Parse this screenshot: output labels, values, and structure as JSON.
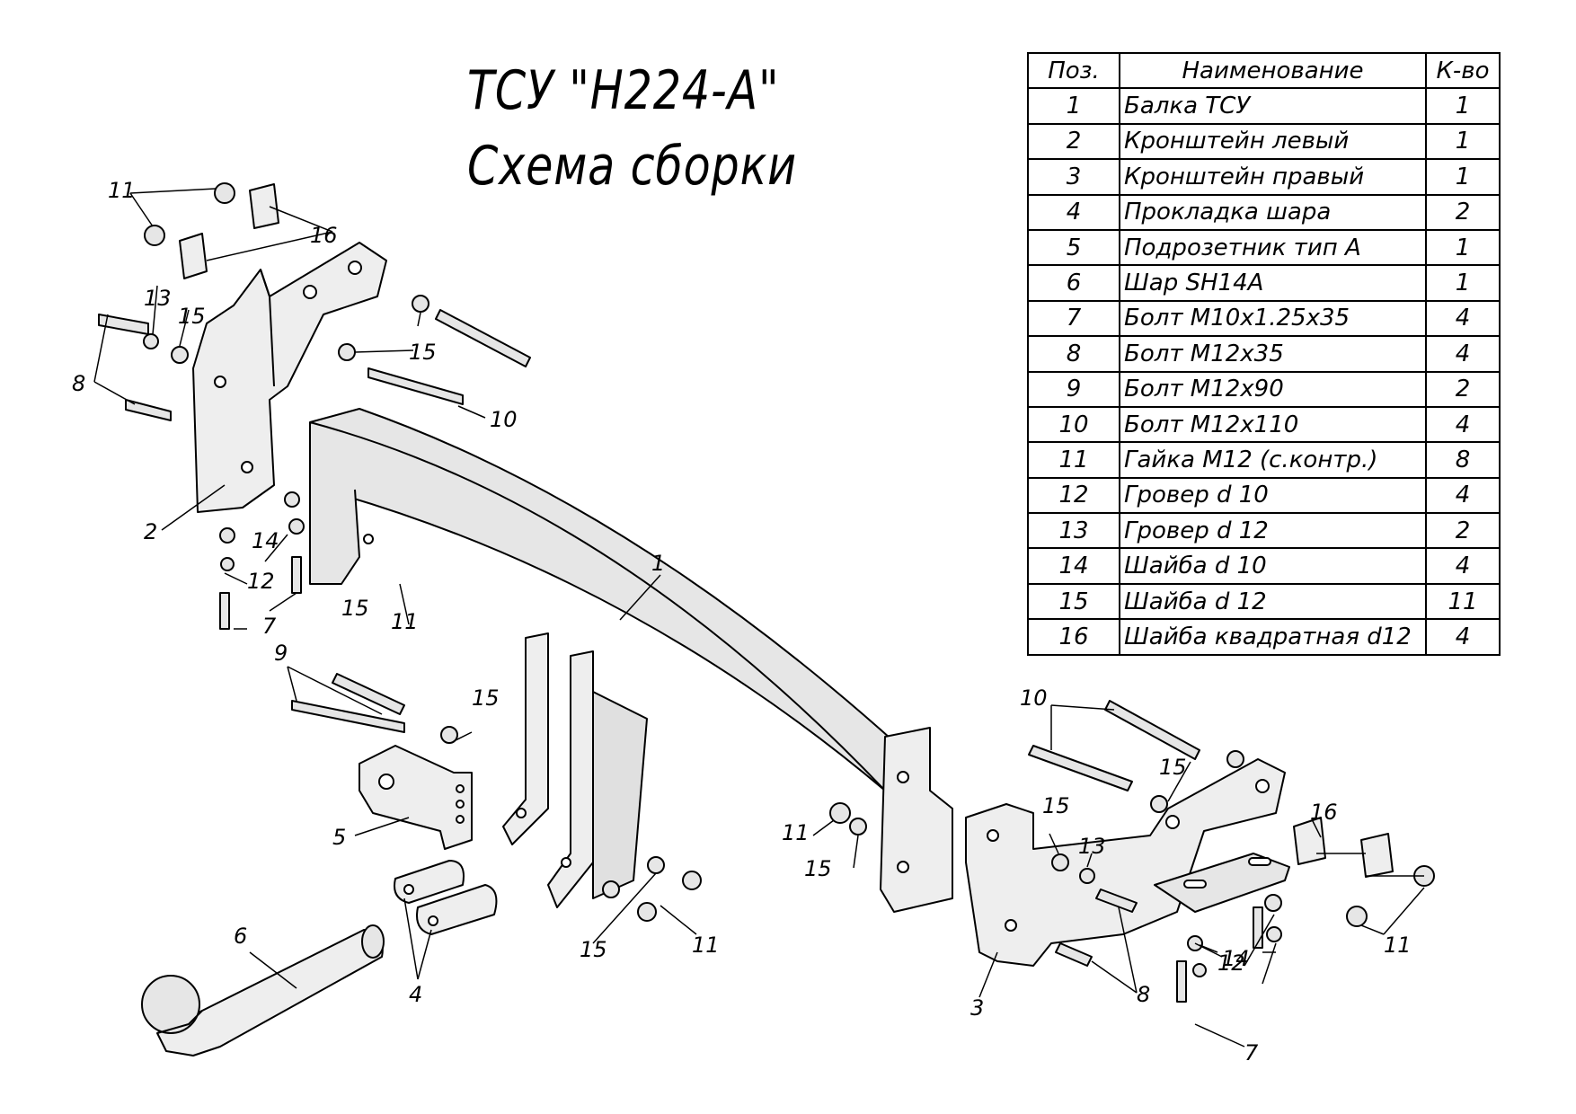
{
  "header": {
    "title_line1": "ТСУ \"Н224-А\"",
    "title_line2": "Схема сборки"
  },
  "spec_table": {
    "columns": [
      "Поз.",
      "Наименование",
      "К-во"
    ],
    "rows": [
      {
        "pos": "1",
        "name": "Балка ТСУ",
        "qty": "1"
      },
      {
        "pos": "2",
        "name": "Кронштейн левый",
        "qty": "1"
      },
      {
        "pos": "3",
        "name": "Кронштейн правый",
        "qty": "1"
      },
      {
        "pos": "4",
        "name": "Прокладка шара",
        "qty": "2"
      },
      {
        "pos": "5",
        "name": "Подрозетник тип А",
        "qty": "1"
      },
      {
        "pos": "6",
        "name": "Шар SH14A",
        "qty": "1"
      },
      {
        "pos": "7",
        "name": "Болт М10х1.25х35",
        "qty": "4"
      },
      {
        "pos": "8",
        "name": "Болт М12х35",
        "qty": "4"
      },
      {
        "pos": "9",
        "name": "Болт М12х90",
        "qty": "2"
      },
      {
        "pos": "10",
        "name": "Болт М12х110",
        "qty": "4"
      },
      {
        "pos": "11",
        "name": "Гайка М12 (с.контр.)",
        "qty": "8"
      },
      {
        "pos": "12",
        "name": "Гровер d 10",
        "qty": "4"
      },
      {
        "pos": "13",
        "name": "Гровер d 12",
        "qty": "2"
      },
      {
        "pos": "14",
        "name": "Шайба d 10",
        "qty": "4"
      },
      {
        "pos": "15",
        "name": "Шайба d 12",
        "qty": "11"
      },
      {
        "pos": "16",
        "name": "Шайба квадратная d12",
        "qty": "4"
      }
    ]
  },
  "callouts": {
    "c1": "1",
    "c2": "2",
    "c3": "3",
    "c4": "4",
    "c5": "5",
    "c6": "6",
    "c7a": "7",
    "c7b": "7",
    "c8a": "8",
    "c8b": "8",
    "c9": "9",
    "c10a": "10",
    "c10b": "10",
    "c11a": "11",
    "c11b": "11",
    "c11c": "11",
    "c11d": "11",
    "c11e": "11",
    "c12a": "12",
    "c12b": "12",
    "c13a": "13",
    "c13b": "13",
    "c14a": "14",
    "c14b": "14",
    "c15a": "15",
    "c15b": "15",
    "c15c": "15",
    "c15d": "15",
    "c15e": "15",
    "c15f": "15",
    "c15g": "15",
    "c15h": "15",
    "c16a": "16",
    "c16b": "16"
  },
  "colors": {
    "part_fill": "#eeeeee",
    "part_shade": "#cfcfcf",
    "ink": "#000000"
  }
}
